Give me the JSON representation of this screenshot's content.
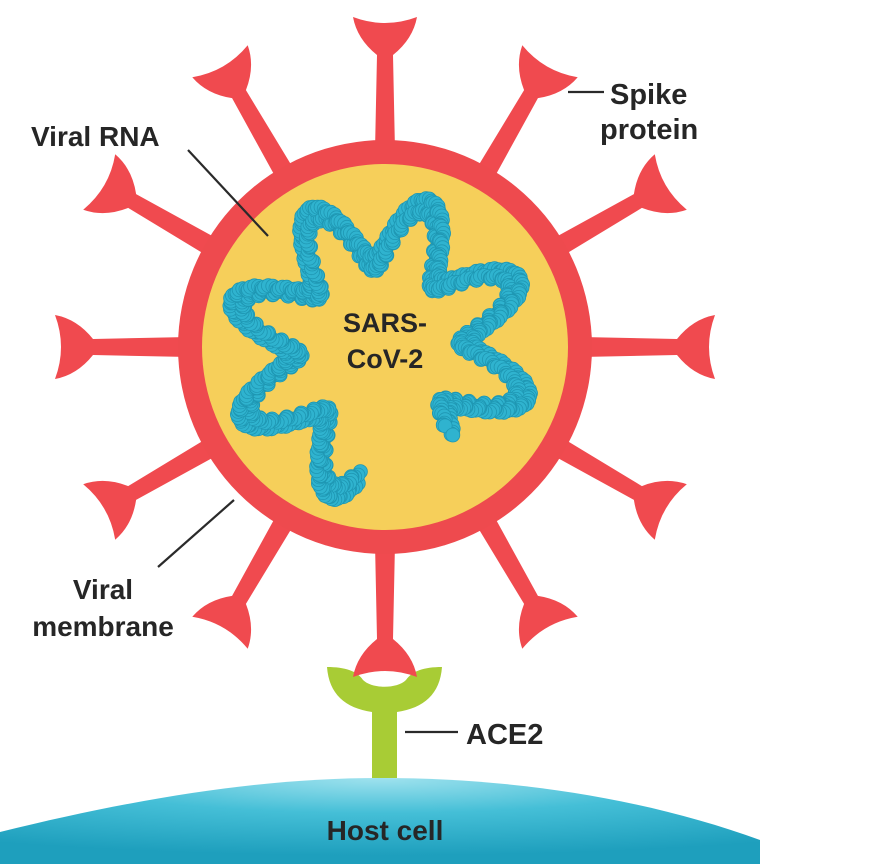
{
  "labels": {
    "viral_rna": "Viral RNA",
    "spike_line1": "Spike",
    "spike_line2": "protein",
    "virus_line1": "SARS-",
    "virus_line2": "CoV-2",
    "membrane_line1": "Viral",
    "membrane_line2": "membrane",
    "receptor": "ACE2",
    "host": "Host cell"
  },
  "colors": {
    "spike": "#f04a4f",
    "membrane": "#ee4a4e",
    "interior": "#f6cf5a",
    "rna": "#2fb3cf",
    "receptor": "#a8cc35",
    "host_cell": "#35b7cf",
    "text": "#262626"
  }
}
